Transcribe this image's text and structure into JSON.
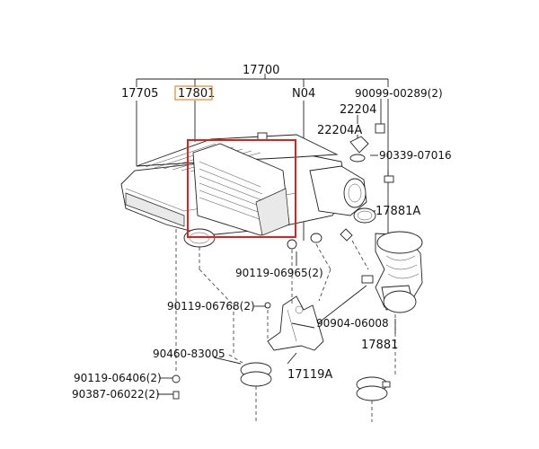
{
  "highlight_color": "#e0201c",
  "parts": {
    "assembly": "17700",
    "case": "17705",
    "element": "17801",
    "n04": "N04",
    "bolt_top_right": "90099-00289(2)",
    "sensor_assy": "22204",
    "sensor": "22204A",
    "clip": "90339-07016",
    "clamp_outlet": "17881A",
    "bolt_mid": "90119-06965(2)",
    "bolt_left": "90119-06768(2)",
    "bolt_hose": "90904-06008",
    "hose": "17881",
    "bracket_bolt": "90460-83005",
    "bolt_bottom_1": "90119-06406(2)",
    "bolt_bottom_2": "90387-06022(2)",
    "bracket": "17119A"
  }
}
